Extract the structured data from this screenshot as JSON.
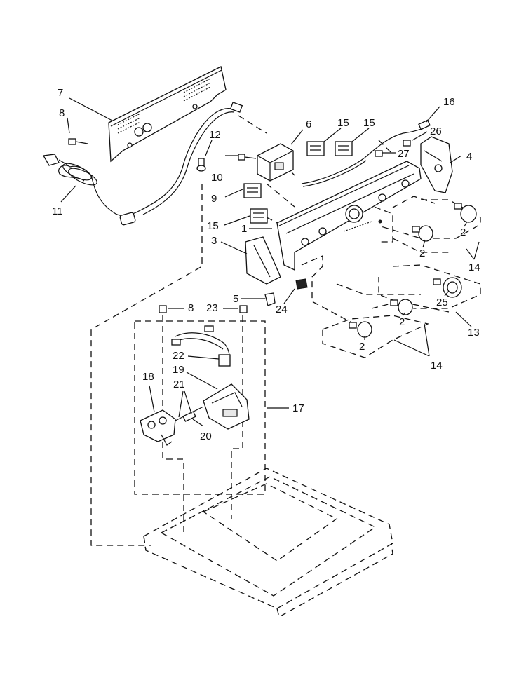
{
  "diagram": {
    "callouts": [
      {
        "id": "c7",
        "text": "7"
      },
      {
        "id": "c8a",
        "text": "8"
      },
      {
        "id": "c12",
        "text": "12"
      },
      {
        "id": "c11",
        "text": "11"
      },
      {
        "id": "c6",
        "text": "6"
      },
      {
        "id": "c15a",
        "text": "15"
      },
      {
        "id": "c15b",
        "text": "15"
      },
      {
        "id": "c16",
        "text": "16"
      },
      {
        "id": "c26",
        "text": "26"
      },
      {
        "id": "c27",
        "text": "27"
      },
      {
        "id": "c4",
        "text": "4"
      },
      {
        "id": "c10",
        "text": "10"
      },
      {
        "id": "c9",
        "text": "9"
      },
      {
        "id": "c15c",
        "text": "15"
      },
      {
        "id": "c1",
        "text": "1"
      },
      {
        "id": "c3",
        "text": "3"
      },
      {
        "id": "c2a",
        "text": "2"
      },
      {
        "id": "c2b",
        "text": "2"
      },
      {
        "id": "c14a",
        "text": "14"
      },
      {
        "id": "c5",
        "text": "5"
      },
      {
        "id": "c24",
        "text": "24"
      },
      {
        "id": "c25",
        "text": "25"
      },
      {
        "id": "c2c",
        "text": "2"
      },
      {
        "id": "c13",
        "text": "13"
      },
      {
        "id": "c2d",
        "text": "2"
      },
      {
        "id": "c14b",
        "text": "14"
      },
      {
        "id": "c8b",
        "text": "8"
      },
      {
        "id": "c23",
        "text": "23"
      },
      {
        "id": "c22",
        "text": "22"
      },
      {
        "id": "c19",
        "text": "19"
      },
      {
        "id": "c18",
        "text": "18"
      },
      {
        "id": "c21",
        "text": "21"
      },
      {
        "id": "c17",
        "text": "17"
      },
      {
        "id": "c20",
        "text": "20"
      }
    ]
  }
}
